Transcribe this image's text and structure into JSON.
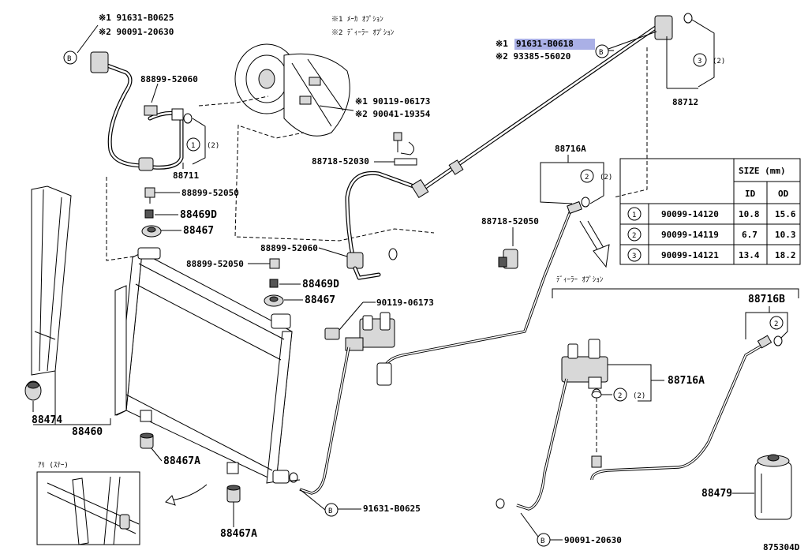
{
  "header_notes": {
    "note1": "※1 ﾒｰｶ ｵﾌﾟｼｮﾝ",
    "note2": "※2 ﾃﾞｨｰﾗｰ ｵﾌﾟｼｮﾝ"
  },
  "dealer_option_label": "ﾃﾞｨｰﾗｰ ｵﾌﾟｼｮﾝ",
  "detail_view_label": "ｱﾘ (ｽﾃｰ)",
  "drawing_number": "875304D",
  "bolt_symbol": "B",
  "callouts": {
    "top_left_1": "※1 91631-B0625",
    "top_left_2": "※2 90091-20630",
    "top_right_1_prefix": "※1",
    "top_right_1_part": "91631-B0618",
    "top_right_2": "※2 93385-56020",
    "comp_1": "※1 90119-06173",
    "comp_2": "※2 90041-19354",
    "p88899_52060_a": "88899-52060",
    "p88711": "88711",
    "p88712": "88712",
    "p88718_52030": "88718-52030",
    "p88716A_top": "88716A",
    "p88718_52050": "88718-52050",
    "p88899_52050_a": "88899-52050",
    "p88469D_a": "88469D",
    "p88467_a": "88467",
    "p88899_52050_b": "88899-52050",
    "p88899_52060_b": "88899-52060",
    "p88469D_b": "88469D",
    "p88467_b": "88467",
    "p90119_06173": "90119-06173",
    "p88474": "88474",
    "p88460": "88460",
    "p88467A_a": "88467A",
    "p88467A_b": "88467A",
    "p91631_B0625_bottom": "91631-B0625",
    "p88716B": "88716B",
    "p88716A_right": "88716A",
    "p88479": "88479",
    "p90091_20630_bottom": "90091-20630",
    "mark_1_qty": "(2)",
    "mark_2_qty": "(2)",
    "mark_3_qty": "(2)",
    "mark_2_qty_b": "(2)"
  },
  "size_table": {
    "title": "SIZE (mm)",
    "columns": [
      "ID",
      "OD"
    ],
    "rows": [
      {
        "mark": "1",
        "part": "90099-14120",
        "id": "10.8",
        "od": "15.6"
      },
      {
        "mark": "2",
        "part": "90099-14119",
        "id": "6.7",
        "od": "10.3"
      },
      {
        "mark": "3",
        "part": "90099-14121",
        "id": "13.4",
        "od": "18.2"
      }
    ]
  },
  "marks": {
    "m1": "1",
    "m2": "2",
    "m3": "3"
  }
}
